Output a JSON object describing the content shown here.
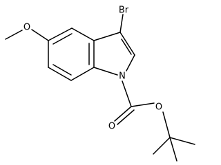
{
  "molecule": {
    "atoms": {
      "bromine": "Br",
      "ring_oxygen_methoxy": "O",
      "indole_nitrogen": "N",
      "carbonyl_oxygen": "O",
      "ester_oxygen": "O"
    }
  },
  "colors": {
    "bond": "#000000",
    "label": "#000000",
    "background": "#ffffff"
  }
}
